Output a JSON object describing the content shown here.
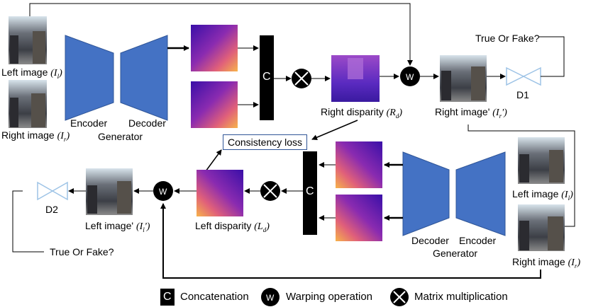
{
  "labels": {
    "left_image_top": "Left image",
    "left_image_top_sym": "(I",
    "left_image_top_sub": "l",
    "right_image_top": "Right image",
    "right_image_top_sym": "(I",
    "right_image_top_sub": "r",
    "encoder_top": "Encoder",
    "decoder_top": "Decoder",
    "generator_top": "Generator",
    "right_disparity": "Right disparity",
    "right_disparity_sym": "(R",
    "right_disparity_sub": "d",
    "right_image_prime": "Right image'",
    "right_image_prime_sym": "(I",
    "right_image_prime_sub": "r",
    "right_image_prime_end": "')",
    "true_or_fake_top": "True Or Fake?",
    "d1": "D1",
    "consistency_loss": "Consistency loss",
    "left_image_bottom": "Left image",
    "left_image_bottom_sym": "(I",
    "left_image_bottom_sub": "l",
    "right_image_bottom": "Right image",
    "right_image_bottom_sym": "(I",
    "right_image_bottom_sub": "r",
    "decoder_bottom": "Decoder",
    "encoder_bottom": "Encoder",
    "generator_bottom": "Generator",
    "left_disparity": "Left disparity",
    "left_disparity_sym": "(L",
    "left_disparity_sub": "d",
    "left_image_prime": "Left image'",
    "left_image_prime_sym": "(I",
    "left_image_prime_sub": "l",
    "left_image_prime_end": "')",
    "d2": "D2",
    "true_or_fake_bottom": "True Or Fake?",
    "concat_symbol": "C",
    "warp_symbol": "W"
  },
  "legend": {
    "concatenation": "Concatenation",
    "warping": "Warping operation",
    "matrix_mult": "Matrix multiplication"
  },
  "colors": {
    "encoder_blue": "#4472c4",
    "concat_black": "#000000",
    "disparity_purple": "#5b2bb0",
    "disparity_orange": "#f0a040",
    "discriminator": "#9dc3e6"
  }
}
